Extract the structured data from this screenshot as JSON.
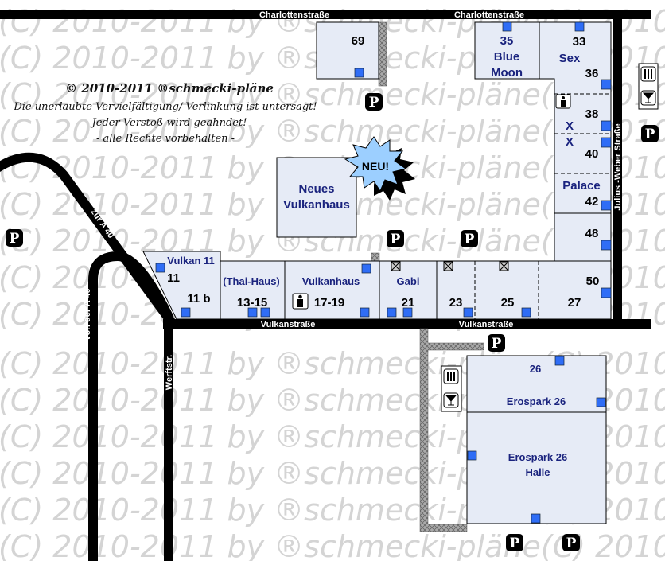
{
  "watermark": "(C) 2010-2011 by ®schmecki-pläne(C) 2010-2011 by ®schmecki-pläne",
  "copyright": {
    "title": "© 2010-2011 ®schmecki-pläne",
    "line1": "Die unerlaubte Vervielfältigung/ Verlinkung ist untersagt!",
    "line2": "Jeder Verstoß wird geahndet!",
    "line3": "- alle Rechte vorbehalten -"
  },
  "streets": {
    "charlotten": "Charlottenstraße",
    "vulkan": "Vulkanstraße",
    "julius_weber": "Julius -Weber Straße",
    "zur_a40": "zur A 40",
    "von_der_a40": "von der A 40",
    "werftstr": "Werftstr."
  },
  "parking_label": "P",
  "new_badge": "NEU!",
  "buildings": {
    "b69": "69",
    "b35": "35",
    "blue": "Blue",
    "moon": "Moon",
    "b33": "33",
    "sex": "Sex",
    "b36": "36",
    "b38": "38",
    "x1": "X",
    "x2": "X",
    "b40": "40",
    "palace": "Palace",
    "b42": "42",
    "b48": "48",
    "b50": "50",
    "neues": "Neues",
    "vulkanhaus_new": "Vulkanhaus",
    "vulkan11": "Vulkan 11",
    "b11": "11",
    "b11b": "11 b",
    "thai": "(Thai-Haus)",
    "b1315": "13-15",
    "vulkanhaus": "Vulkanhaus",
    "b1719": "17-19",
    "gabi": "Gabi",
    "b21": "21",
    "b23": "23",
    "b25": "25",
    "b27": "27",
    "b26": "26",
    "erospark": "Erospark 26",
    "erospark_halle1": "Erospark 26",
    "erospark_halle2": "Halle"
  },
  "colors": {
    "building": "#e6ebf6",
    "entrance": "#2f6df6",
    "name": "#1a237e",
    "new_badge": "#9ccfff"
  }
}
